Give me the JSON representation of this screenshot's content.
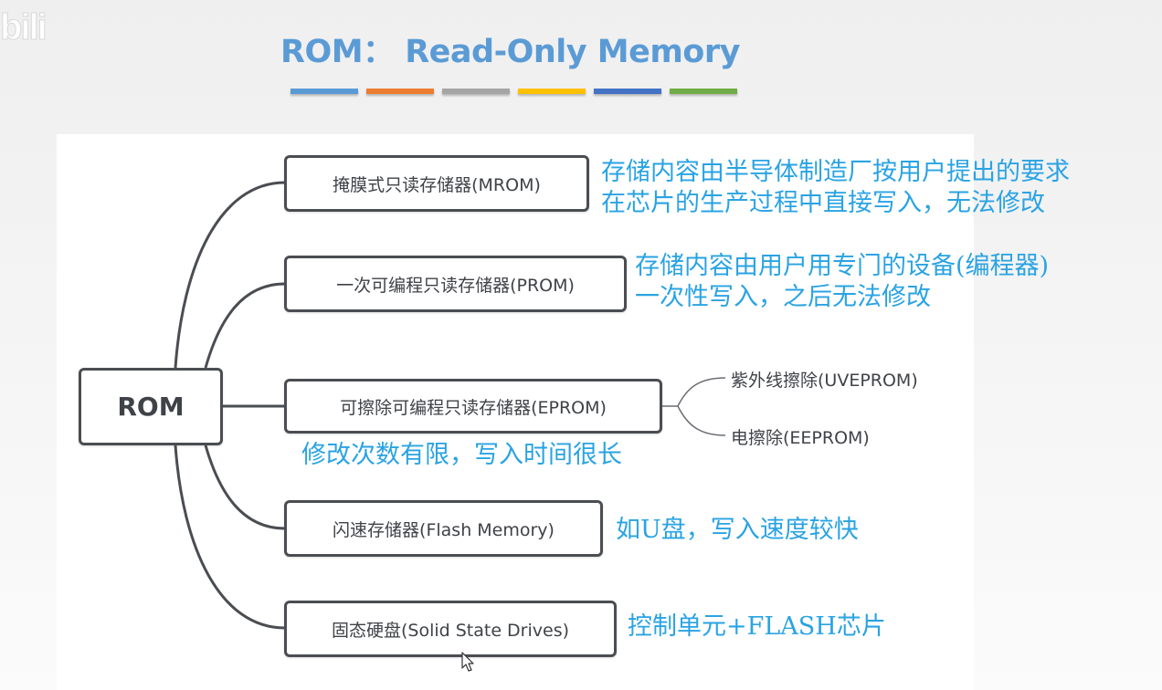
{
  "watermark": "bili",
  "title": "ROM：  Read-Only Memory",
  "title_color": "#5b9bd5",
  "underline_colors": [
    "#5b9bd5",
    "#ed7d31",
    "#a5a5a5",
    "#ffc000",
    "#4472c4",
    "#70ad47"
  ],
  "mindmap": {
    "root": "ROM",
    "branches": [
      {
        "label": "掩膜式只读存储器(MROM)",
        "notes": [
          "存储内容由半导体制造厂按用户提出的要求",
          "在芯片的生产过程中直接写入，无法修改"
        ]
      },
      {
        "label": "一次可编程只读存储器(PROM)",
        "notes": [
          "存储内容由用户用专门的设备(编程器)",
          "一次性写入，之后无法修改"
        ]
      },
      {
        "label": "可擦除可编程只读存储器(EPROM)",
        "notes": [
          "修改次数有限，写入时间很长"
        ],
        "children": [
          "紫外线擦除(UVEPROM)",
          "电擦除(EEPROM)"
        ]
      },
      {
        "label": "闪速存储器(Flash Memory)",
        "notes": [
          "如U盘，写入速度较快"
        ]
      },
      {
        "label": "固态硬盘(Solid State Drives)",
        "notes": [
          "控制单元+FLASH芯片"
        ]
      }
    ]
  },
  "colors": {
    "node_border": "#4a4d52",
    "note_text": "#2aa3e3"
  }
}
